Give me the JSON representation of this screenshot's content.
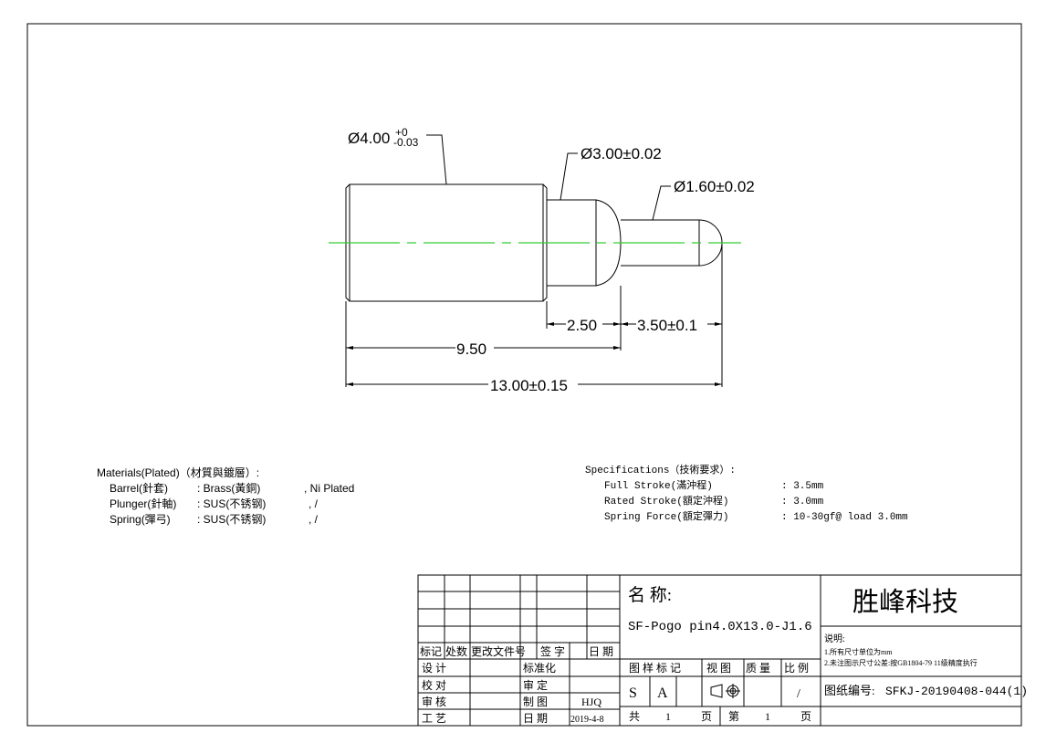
{
  "drawing": {
    "dimensions": {
      "d400_base": "Ø4.00",
      "d400_tol_upper": "+0",
      "d400_tol_lower": "-0.03",
      "d300": "Ø3.00±0.02",
      "d160": "Ø1.60±0.02",
      "len_250": "2.50",
      "len_350": "3.50±0.1",
      "len_950": "9.50",
      "len_1300": "13.00±0.15"
    },
    "materials": {
      "title": "Materials(Plated)（材質與鍍層）:",
      "rows": [
        {
          "part": "Barrel(針套)",
          "material": ": Brass(黃銅)",
          "plating": ", Ni Plated"
        },
        {
          "part": "Plunger(針軸)",
          "material": ": SUS(不锈钢)",
          "plating": ", /"
        },
        {
          "part": "Spring(彈弓)",
          "material": ": SUS(不锈钢)",
          "plating": ", /"
        }
      ]
    },
    "specifications": {
      "title": "Specifications（技術要求）:",
      "rows": [
        {
          "label": "Full Stroke(滿沖程)",
          "value": ": 3.5mm"
        },
        {
          "label": "Rated Stroke(額定沖程)",
          "value": ": 3.0mm"
        },
        {
          "label": "Spring Force(額定彈力)",
          "value": ": 10-30gf@ load 3.0mm"
        }
      ]
    }
  },
  "title_block": {
    "rev_headers": [
      "标记",
      "处数",
      "更改文件号",
      "签 字",
      "日 期"
    ],
    "sign_rows": [
      {
        "role": "设 计",
        "role2": "标准化",
        "name": "",
        "date": ""
      },
      {
        "role": "校 对",
        "role2": "审 定",
        "name": "",
        "date": ""
      },
      {
        "role": "审 核",
        "role2": "制 图",
        "name": "HJQ",
        "date": ""
      },
      {
        "role": "工 艺",
        "role2": "日 期",
        "name": "2019-4-8",
        "date": ""
      }
    ],
    "name_label": "名 称:",
    "part_name": "SF-Pogo pin4.0X13.0-J1.6",
    "company": "胜峰科技",
    "notes_title": "说明:",
    "notes": [
      "1.所有尺寸单位为mm",
      "2.未注图示尺寸公差:按GB1804-79 11级精度执行"
    ],
    "stage_headers": [
      "图 样 标 记",
      "视 图",
      "质 量",
      "比 例"
    ],
    "stage_values": [
      "S",
      "A",
      "",
      "/"
    ],
    "drawing_no_label": "图纸编号:",
    "drawing_no": "SFKJ-20190408-044(1)",
    "sheet_total_label": "共",
    "sheet_total": "1",
    "page_unit": "页",
    "sheet_no_label": "第",
    "sheet_no": "1"
  }
}
